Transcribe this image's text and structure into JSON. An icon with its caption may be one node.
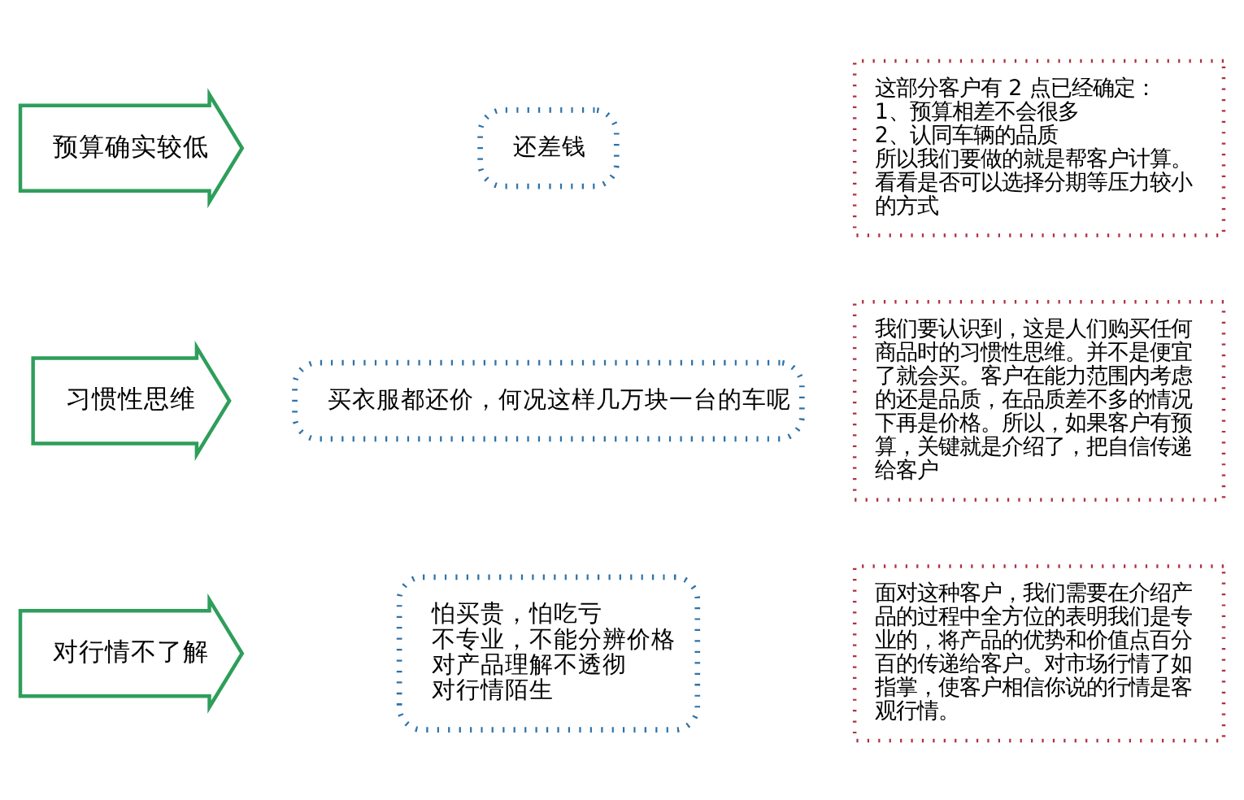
{
  "diagram": {
    "nodes": [
      {
        "text": [
          "对行情不了解"
        ]
      },
      {
        "text": [
          "怕买贵，怕吃亏",
          "不专业，不能分辨价格",
          "对产品理解不透彻",
          "对行情陌生"
        ]
      },
      {
        "text": [
          "面对这种客户，我们需要在介绍产品的过程中全方位的表明我们是专业的，将产品的优势和价值点百分百的传递给客户。对市场行情了如指掌，使客户相信你说的行情是客观行情。"
        ]
      },
      {
        "text": [
          "习惯性思维"
        ]
      },
      {
        "text": [
          "买衣服都还价，何况这样几万块一台的车呢"
        ]
      },
      {
        "text": [
          "我们要认识到，这是人们购买任何商品时的习惯性思维。并不是便宜了就会买。客户在能力范围内考虑的还是品质，在品质差不多的情况下再是价格。所以，如果客户有预算，关键就是介绍了，把自信传递给客户"
        ]
      },
      {
        "text": [
          "预算确实较低"
        ]
      },
      {
        "text": [
          "还差钱"
        ]
      },
      {
        "text": [
          "这部分客户有 2 点已经确定：",
          "1、预算相差不会很多",
          "2、认同车辆的品质",
          "所以我们要做的就是帮客户计算。看看是否可以选择分期等压力较小的方式"
        ]
      }
    ]
  }
}
